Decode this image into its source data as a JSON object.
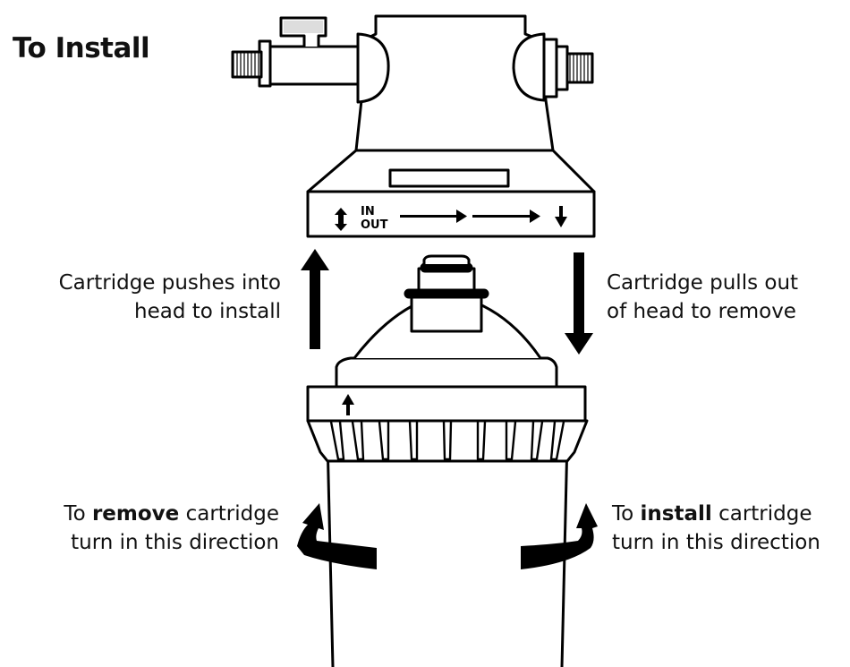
{
  "title": "To Install",
  "head_label": {
    "in": "IN",
    "out": "OUT"
  },
  "push_caption": {
    "line1": "Cartridge pushes into",
    "line2": "head to install"
  },
  "pull_caption": {
    "line1": "Cartridge pulls out",
    "line2": "of head to remove"
  },
  "remove_caption": {
    "prefix": "To ",
    "bold": "remove",
    "suffix": " cartridge",
    "line2": "turn in this direction"
  },
  "install_caption": {
    "prefix": "To ",
    "bold": "install",
    "suffix": " cartridge",
    "line2": "turn in this direction"
  }
}
